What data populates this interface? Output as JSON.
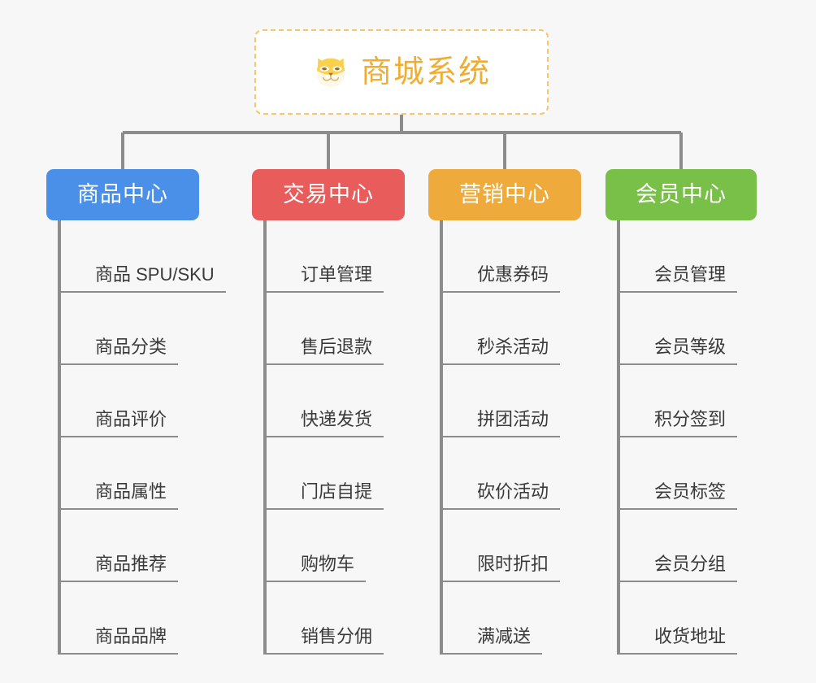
{
  "diagram": {
    "type": "mindmap-tree",
    "background_color": "#f7f7f7",
    "root": {
      "title": "商城系统",
      "icon": "shiba-dog-face-icon",
      "border_color": "#f6c66a",
      "text_color": "#f0ad34",
      "border_style": "dashed"
    },
    "connector_color": "#8c8c8c",
    "branches": [
      {
        "label": "商品中心",
        "color": "#4a90e8",
        "items": [
          "商品 SPU/SKU",
          "商品分类",
          "商品评价",
          "商品属性",
          "商品推荐",
          "商品品牌"
        ]
      },
      {
        "label": "交易中心",
        "color": "#e95c5c",
        "items": [
          "订单管理",
          "售后退款",
          "快递发货",
          "门店自提",
          "购物车",
          "销售分佣"
        ]
      },
      {
        "label": "营销中心",
        "color": "#eeab3c",
        "items": [
          "优惠券码",
          "秒杀活动",
          "拼团活动",
          "砍价活动",
          "限时折扣",
          "满减送"
        ]
      },
      {
        "label": "会员中心",
        "color": "#79c048",
        "items": [
          "会员管理",
          "会员等级",
          "积分签到",
          "会员标签",
          "会员分组",
          "收货地址"
        ]
      }
    ]
  }
}
